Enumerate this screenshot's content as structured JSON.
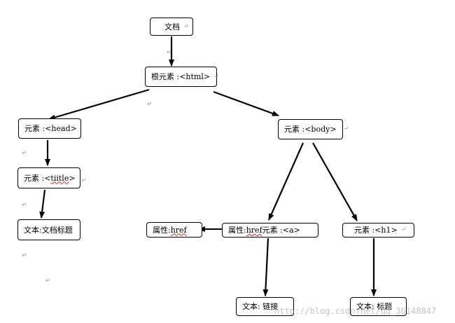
{
  "diagram": {
    "nodes": {
      "document": "文档",
      "root": "根元素 :<html>",
      "head": "元素 :<head>",
      "body": "元素 :<body>",
      "title_prefix": "元素 :<",
      "title_tag": "tiitle",
      "title_suffix": ">",
      "doc_title_text": "文本:文档标题",
      "attr_left_prefix": "属性: ",
      "attr_left_name": "href",
      "attr_mid_prefix": "属性: ",
      "attr_mid_name": "href",
      "attr_mid_suffix": " 元素 :<a>",
      "h1": "元素 :<h1>",
      "link_text": "文本: 链接",
      "heading_text": "文本: 标题"
    },
    "paragraph_mark": "↵",
    "watermark": "http://blog.csdn.net/qq_36148847"
  }
}
